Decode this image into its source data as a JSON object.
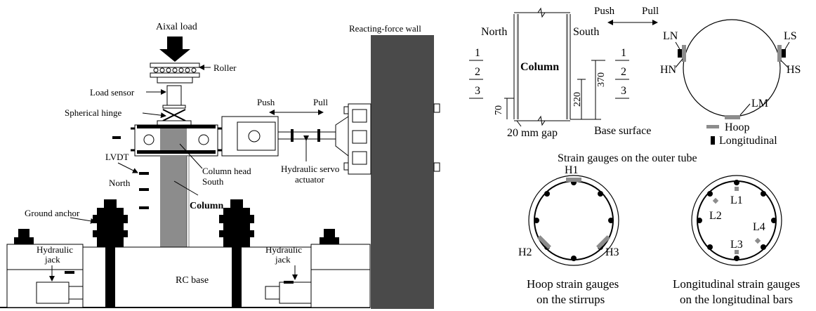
{
  "rig": {
    "axial_load": "Aixal load",
    "roller": "Roller",
    "load_sensor": "Load sensor",
    "spherical_hinge": "Spherical hinge",
    "push": "Push",
    "pull": "Pull",
    "reacting_wall": "Reacting-force wall",
    "lvdt": "LVDT",
    "north": "North",
    "column_head": "Column head",
    "south": "South",
    "column": "Column",
    "actuator_line1": "Hydraulic servo",
    "actuator_line2": "actuator",
    "ground_anchor": "Ground anchor",
    "jack_left_line1": "Hydraulic",
    "jack_left_line2": "jack",
    "jack_right_line1": "Hydraulic",
    "jack_right_line2": "jack",
    "rc_base": "RC base"
  },
  "outer_tube": {
    "north": "North",
    "south": "South",
    "column": "Column",
    "level_left_1": "1",
    "level_left_2": "2",
    "level_left_3": "3",
    "level_right_1": "1",
    "level_right_2": "2",
    "level_right_3": "3",
    "dim_70": "70",
    "dim_220": "220",
    "dim_370": "370",
    "gap": "20 mm gap",
    "base_surface": "Base surface",
    "push": "Push",
    "pull": "Pull",
    "ln": "LN",
    "hn": "HN",
    "ls": "LS",
    "hs": "HS",
    "lm": "LM",
    "legend_hoop": "Hoop",
    "legend_long": "Longitudinal",
    "caption": "Strain gauges on the outer tube"
  },
  "stirrups": {
    "h1": "H1",
    "h2": "H2",
    "h3": "H3",
    "caption_line1": "Hoop strain gauges",
    "caption_line2": "on the stirrups"
  },
  "long_bars": {
    "l1": "L1",
    "l2": "L2",
    "l3": "L3",
    "l4": "L4",
    "caption_line1": "Longitudinal strain gauges",
    "caption_line2": "on the longitudinal bars"
  },
  "colors": {
    "wall": "#4a4a4a",
    "column": "#8c8c8c",
    "gauge_hoop": "#8c8c8c",
    "gauge_long": "#000000"
  }
}
